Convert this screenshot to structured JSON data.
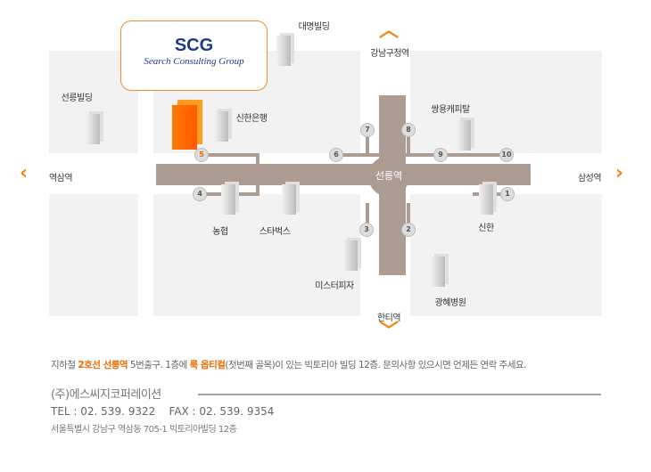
{
  "logo": {
    "name": "SCG",
    "tagline": "Search Consulting Group"
  },
  "station": "선릉역",
  "stations": {
    "north": "강남구청역",
    "south": "한티역",
    "west": "역삼역",
    "east": "삼성역"
  },
  "landmarks": {
    "daemyung": "대명빌딩",
    "seolleung_bldg": "선릉빌딩",
    "shinhan_bank": "신한은행",
    "ssangyong": "쌍용캐피탈",
    "nonghyup": "농협",
    "starbucks": "스타벅스",
    "shinhan": "신한",
    "mrpizza": "미스터피자",
    "gwanghye": "광혜병원"
  },
  "exits": [
    "1",
    "2",
    "3",
    "4",
    "5",
    "6",
    "7",
    "8",
    "9",
    "10"
  ],
  "directions": {
    "p1": "지하철 ",
    "line": "2호선 선릉역",
    "p2": " 5번출구. 1층에 ",
    "shop": "룩 옵티컬",
    "p3": "(첫번째 골목)이 있는 빅토리아 빌딩 12층.  문의사항 있으시면 언제든 연락 주세요."
  },
  "company": {
    "name": "(주)에스씨지코퍼레이션",
    "tel": "TEL : 02. 539. 9322",
    "fax": "FAX : 02. 539. 9354",
    "address": "서울특별시 강남구 역삼동 705-1 빅토리아빌딩 12층"
  },
  "colors": {
    "accent": "#f06a00",
    "road": "#ad9c91",
    "logo": "#1f3a8a"
  }
}
